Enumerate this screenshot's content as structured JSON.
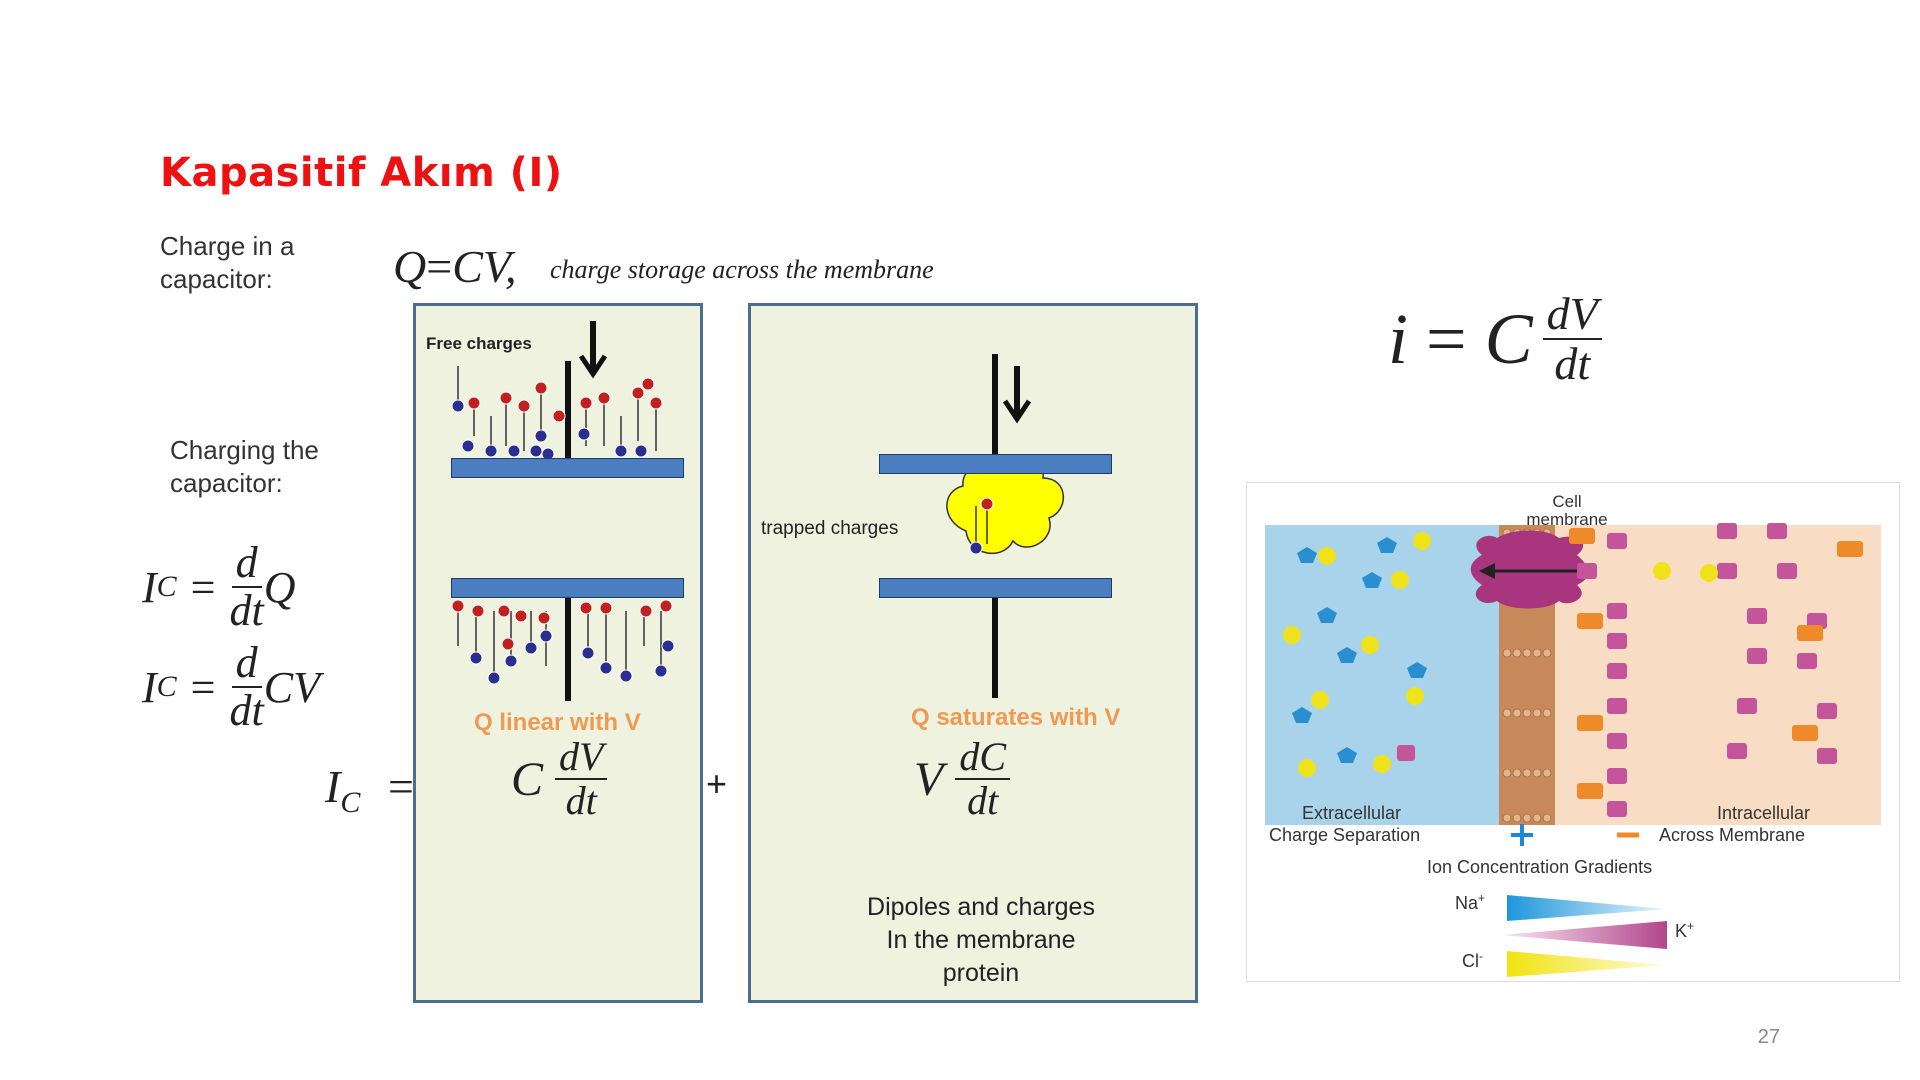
{
  "slide": {
    "title": "Kapasitif Akım (I)",
    "page_number": "27"
  },
  "left": {
    "charge_label": "Charge in a\ncapacitor:",
    "charging_label": "Charging the\ncapacitor:",
    "q_eq_left": "Q",
    "q_eq_mid": "=",
    "q_eq_right": "CV,",
    "q_caption": "charge storage across the membrane",
    "ic_symbol": "I",
    "ic_sub": "C",
    "eq_sign": "=",
    "d": "d",
    "dt": "dt",
    "Q": "Q",
    "CV": "CV"
  },
  "panel1": {
    "free_charges": "Free charges",
    "q_linear": "Q linear with V",
    "C": "C",
    "dV": "dV",
    "dt": "dt"
  },
  "panel2": {
    "trapped_charges": "trapped charges",
    "q_saturates": "Q saturates with V",
    "V": "V",
    "dC": "dC",
    "dt": "dt",
    "dipoles": "Dipoles and charges\nIn the membrane\nprotein"
  },
  "plus": "+",
  "formula": {
    "i": "i",
    "eq": "=",
    "C": "C",
    "dV": "dV",
    "dt": "dt"
  },
  "membrane_figure": {
    "cell_membrane": "Cell\nmembrane",
    "extracellular": "Extracellular",
    "intracellular": "Intracellular",
    "charge_separation": "Charge Separation",
    "across_membrane": "Across Membrane",
    "gradients_title": "Ion Concentration Gradients",
    "na": "Na",
    "k": "K",
    "cl": "Cl",
    "plus_sup": "+",
    "minus_sup": "-",
    "colors": {
      "extracellular": "#a9d3ea",
      "intracellular": "#f8dcc4",
      "protein": "#a8357e",
      "na_gradient": "#1e96dc",
      "k_gradient": "#b2468c",
      "cl_gradient": "#f0e30f"
    }
  }
}
